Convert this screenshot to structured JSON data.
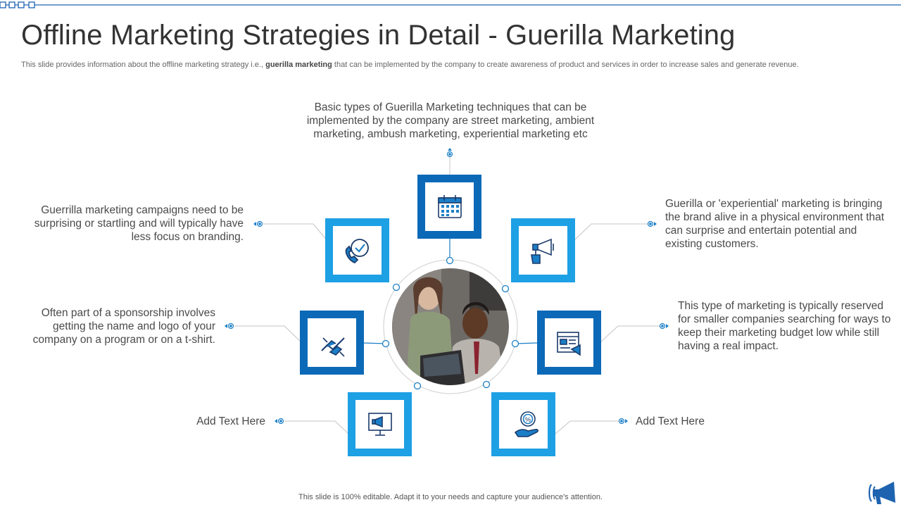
{
  "title": "Offline Marketing Strategies in Detail - Guerilla Marketing",
  "subtitle": {
    "before": "This slide provides information about the offline marketing strategy i.e., ",
    "bold": "guerilla marketing",
    "after": " that can be implemented by the company to create awareness of product and services in order to increase sales and generate revenue."
  },
  "items": {
    "top": "Basic types of Guerilla Marketing techniques that can be implemented by the company are street marketing, ambient marketing, ambush marketing, experiential marketing etc",
    "left1": "Guerrilla marketing campaigns need to be surprising or startling and will typically have less focus on branding.",
    "left2": "Often part of a sponsorship involves getting the name and logo of your company on a program or on a t-shirt.",
    "left3": "Add Text Here",
    "right1": "Guerilla or 'experiential' marketing is bringing the brand alive in a physical environment that can surprise and entertain potential and existing customers.",
    "right2": "This type of marketing is typically reserved for smaller companies searching for ways to keep their marketing budget low while still having a real impact.",
    "right3": "Add Text Here"
  },
  "footer": "This slide is 100% editable. Adapt it to your needs and capture your audience's attention.",
  "icons": {
    "top": "calendar-icon",
    "left1": "phone-check-icon",
    "left2": "handshake-icon",
    "left3": "computer-announcement-icon",
    "right1": "megaphone-hand-icon",
    "right2": "news-announcement-icon",
    "right3": "discount-hand-icon"
  },
  "colors": {
    "dark_blue": "#0B69B7",
    "light_blue": "#1EA0E4",
    "icon_navy": "#1B3A6B",
    "text": "#4a4a4a"
  }
}
